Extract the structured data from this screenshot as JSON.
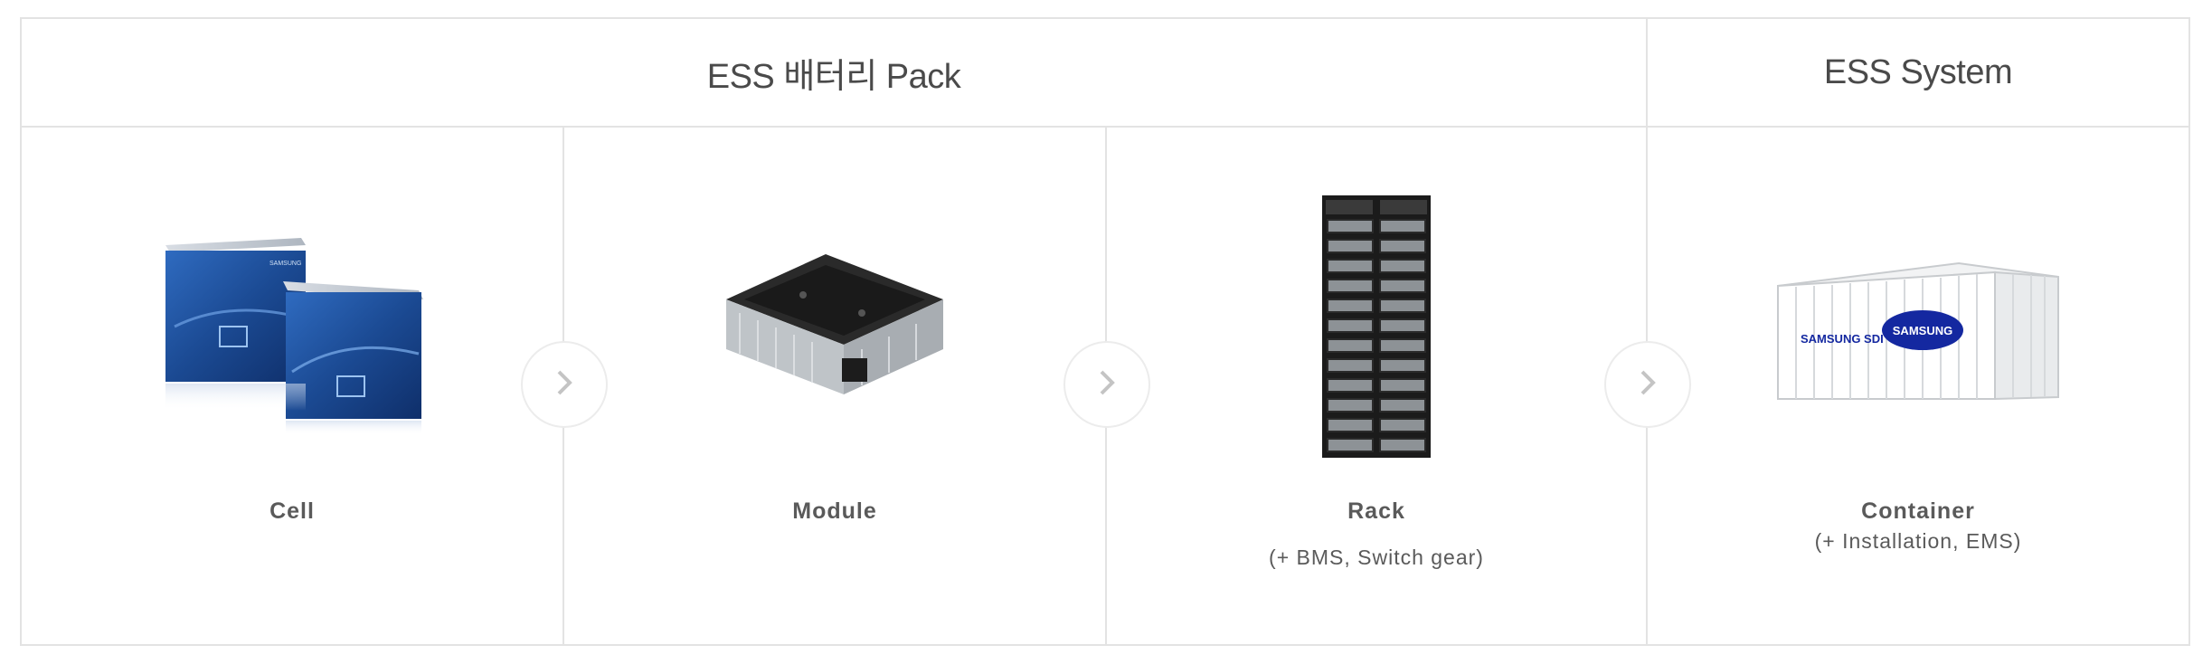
{
  "header": {
    "pack_title": "ESS 배터리 Pack",
    "system_title": "ESS System"
  },
  "products": [
    {
      "label": "Cell",
      "image": "battery-cells-image"
    },
    {
      "label": "Module",
      "image": "battery-module-image"
    },
    {
      "label": "Rack",
      "sub": "(+ BMS, Switch gear)",
      "image": "battery-rack-image"
    },
    {
      "label": "Container",
      "sub": "(+ Installation, EMS)",
      "image": "container-image"
    }
  ],
  "container_branding": {
    "left": "SAMSUNG SDI",
    "right": "SAMSUNG"
  },
  "cell_branding": "SAMSUNG",
  "colors": {
    "border": "#e3e3e3",
    "cell_blue": "#1f4f9a",
    "samsung_blue": "#1428a0",
    "text": "#5a5a5a"
  },
  "icons": {
    "step_arrow": "chevron-right-icon"
  }
}
